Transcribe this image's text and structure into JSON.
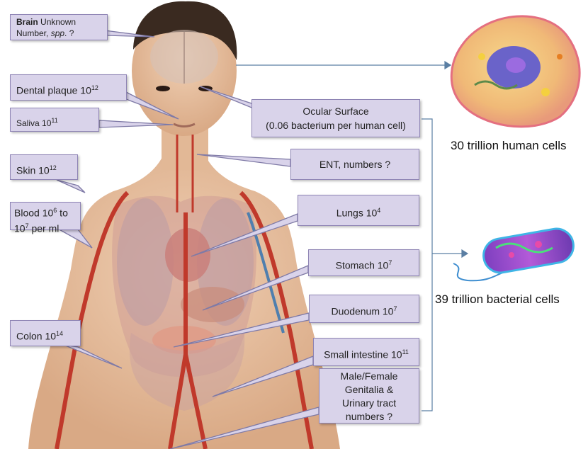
{
  "labels": {
    "brain_bold": "Brain",
    "brain_rest": " Unknown",
    "brain_line2_a": "Number, ",
    "brain_line2_spp": "spp",
    "brain_line2_b": ". ?",
    "dental_text": "Dental plaque  10",
    "dental_exp": "12",
    "saliva_text": "Saliva 10",
    "saliva_exp": "11",
    "skin_text": "Skin 10",
    "skin_exp": "12",
    "blood_text1": "Blood 10",
    "blood_exp1": "6",
    "blood_text2": " to",
    "blood_text3": "10",
    "blood_exp2": "7",
    "blood_text4": " per ml",
    "colon_text": "Colon 10",
    "colon_exp": "14",
    "ocular_line1": "Ocular Surface",
    "ocular_line2": "(0.06 bacterium per human cell)",
    "ent_text": "ENT, numbers ?",
    "lungs_text": "Lungs 10",
    "lungs_exp": "4",
    "stomach_text": "Stomach 10",
    "stomach_exp": "7",
    "duodenum_text": "Duodenum 10",
    "duodenum_exp": "7",
    "small_int_text": "Small intestine 10",
    "small_int_exp": "11",
    "genitalia_line1": "Male/Female",
    "genitalia_line2": "Genitalia   &",
    "genitalia_line3": "Urinary tract",
    "genitalia_line4": "numbers ?"
  },
  "captions": {
    "human": "30 trillion human cells",
    "bacterial": "39 trillion bacterial cells"
  },
  "colors": {
    "callout_fill": "#d9d3ea",
    "callout_border": "#8e84b4",
    "connector": "#5b7fa3",
    "skin": "#e8c3a2",
    "vessel_red": "#c0392b",
    "vessel_blue": "#4f7fae"
  }
}
